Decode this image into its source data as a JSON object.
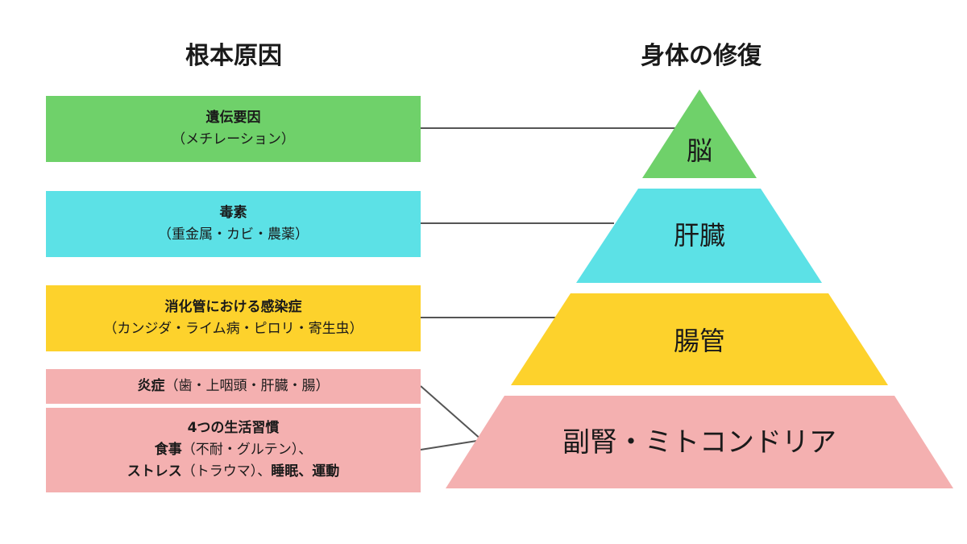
{
  "headings": {
    "left": "根本原因",
    "right": "身体の修復"
  },
  "colors": {
    "green": "#6fd16a",
    "cyan": "#5ce1e6",
    "yellow": "#fdd22c",
    "pink": "#f4b0b0",
    "line": "#555555"
  },
  "causes": {
    "genetic": {
      "title": "遺伝要因",
      "detail": "（メチレーション）"
    },
    "toxins": {
      "title": "毒素",
      "detail": "（重金属・カビ・農薬）"
    },
    "infection": {
      "title": "消化管における感染症",
      "detail": "（カンジダ・ライム病・ピロリ・寄生虫）"
    },
    "inflammation": {
      "title": "炎症",
      "detail": "（歯・上咽頭・肝臓・腸）"
    },
    "lifestyle": {
      "title": "4つの生活習慣",
      "line2_bold": "食事",
      "line2_rest": "（不耐・グルテン）、",
      "line3_bold": "ストレス",
      "line3_mid": "（トラウマ）、",
      "line3_bold2": "睡眠、運動"
    }
  },
  "pyramid": {
    "tier1": "脳",
    "tier2": "肝臓",
    "tier3": "腸管",
    "tier4": "副腎・ミトコンドリア"
  }
}
